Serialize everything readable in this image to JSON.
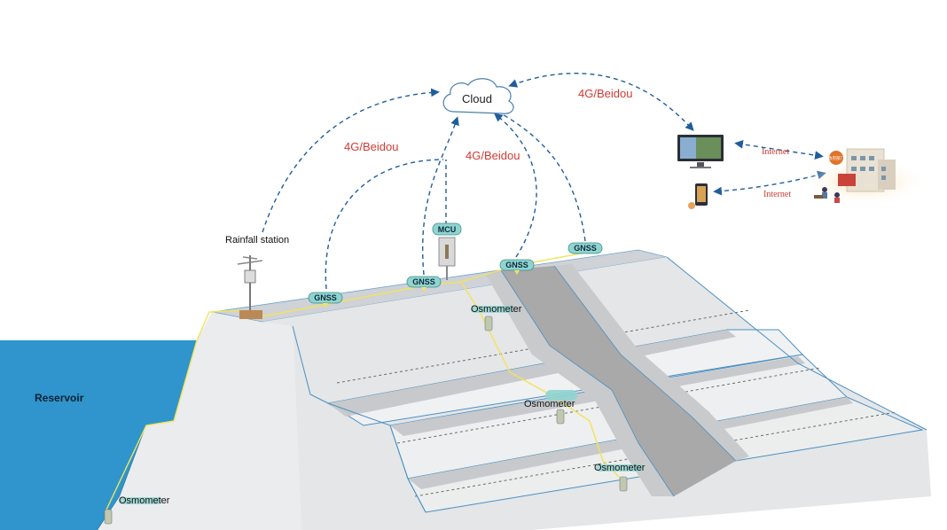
{
  "cloud_label": "Cloud",
  "links": {
    "left": "4G/Beidou",
    "center": "4G/Beidou",
    "right": "4G/Beidou",
    "internet_top": "Internet",
    "internet_bottom": "Internet"
  },
  "reservoir_label": "Reservoir",
  "rainfall_station_label": "Rainfall station",
  "mcu_label": "MCU",
  "gnss_labels": [
    "GNSS",
    "GNSS",
    "GNSS",
    "GNSS"
  ],
  "osmometer_labels": [
    "Osmometer",
    "Osmometer",
    "Osmometer",
    "Osmometer"
  ],
  "building_sign": "政府部门",
  "colors": {
    "water": "#2f95cc",
    "dam": "#e8e9ea",
    "dam_edge": "#4a90c2",
    "channel": "#a9a9a9",
    "link_dashes": "#1f5e9c",
    "link_text": "#d03a33",
    "cable": "#f2e35c",
    "tag_fill": "#8fd4d0"
  }
}
